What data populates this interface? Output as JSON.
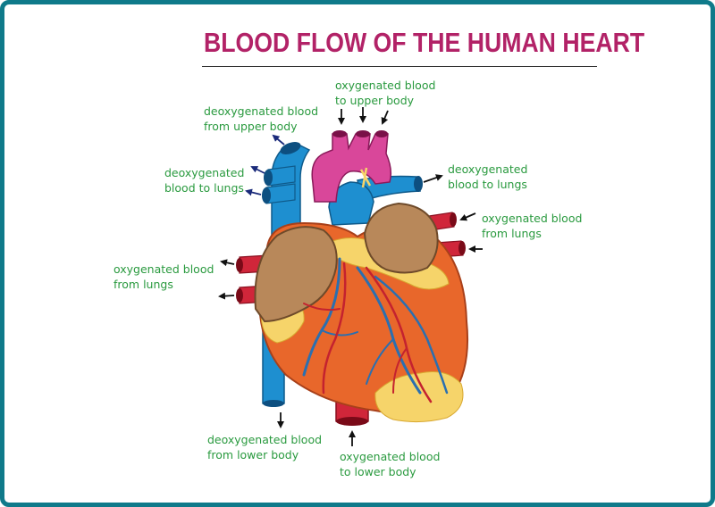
{
  "title": "BLOOD FLOW OF THE HUMAN HEART",
  "labels": {
    "oxy_upper_body": [
      "oxygenated blood",
      "to upper body"
    ],
    "deoxy_from_upper_body": [
      "deoxygenated blood",
      "from upper body"
    ],
    "deoxy_to_lungs_left": [
      "deoxygenated",
      "blood to lungs"
    ],
    "deoxy_to_lungs_right": [
      "deoxygenated",
      "blood to lungs"
    ],
    "oxy_from_lungs_right": [
      "oxygenated blood",
      "from lungs"
    ],
    "oxy_from_lungs_left": [
      "oxygenated blood",
      "from lungs"
    ],
    "deoxy_from_lower_body": [
      "deoxygenated blood",
      "from lower body"
    ],
    "oxy_to_lower_body": [
      "oxygenated blood",
      "to lower body"
    ]
  },
  "colors": {
    "frame": "#0f7a8a",
    "title": "#b22267",
    "label_text": "#2a9a3f",
    "vein_blue": "#1e8fd0",
    "artery_red": "#d0263a",
    "aorta_pink": "#d9479a",
    "heart_orange": "#e8672b",
    "atrium_brown": "#b8885a",
    "fat_yellow": "#f6d46a",
    "arrow_dark_blue": "#1a2a7a",
    "arrow_black": "#111111"
  }
}
